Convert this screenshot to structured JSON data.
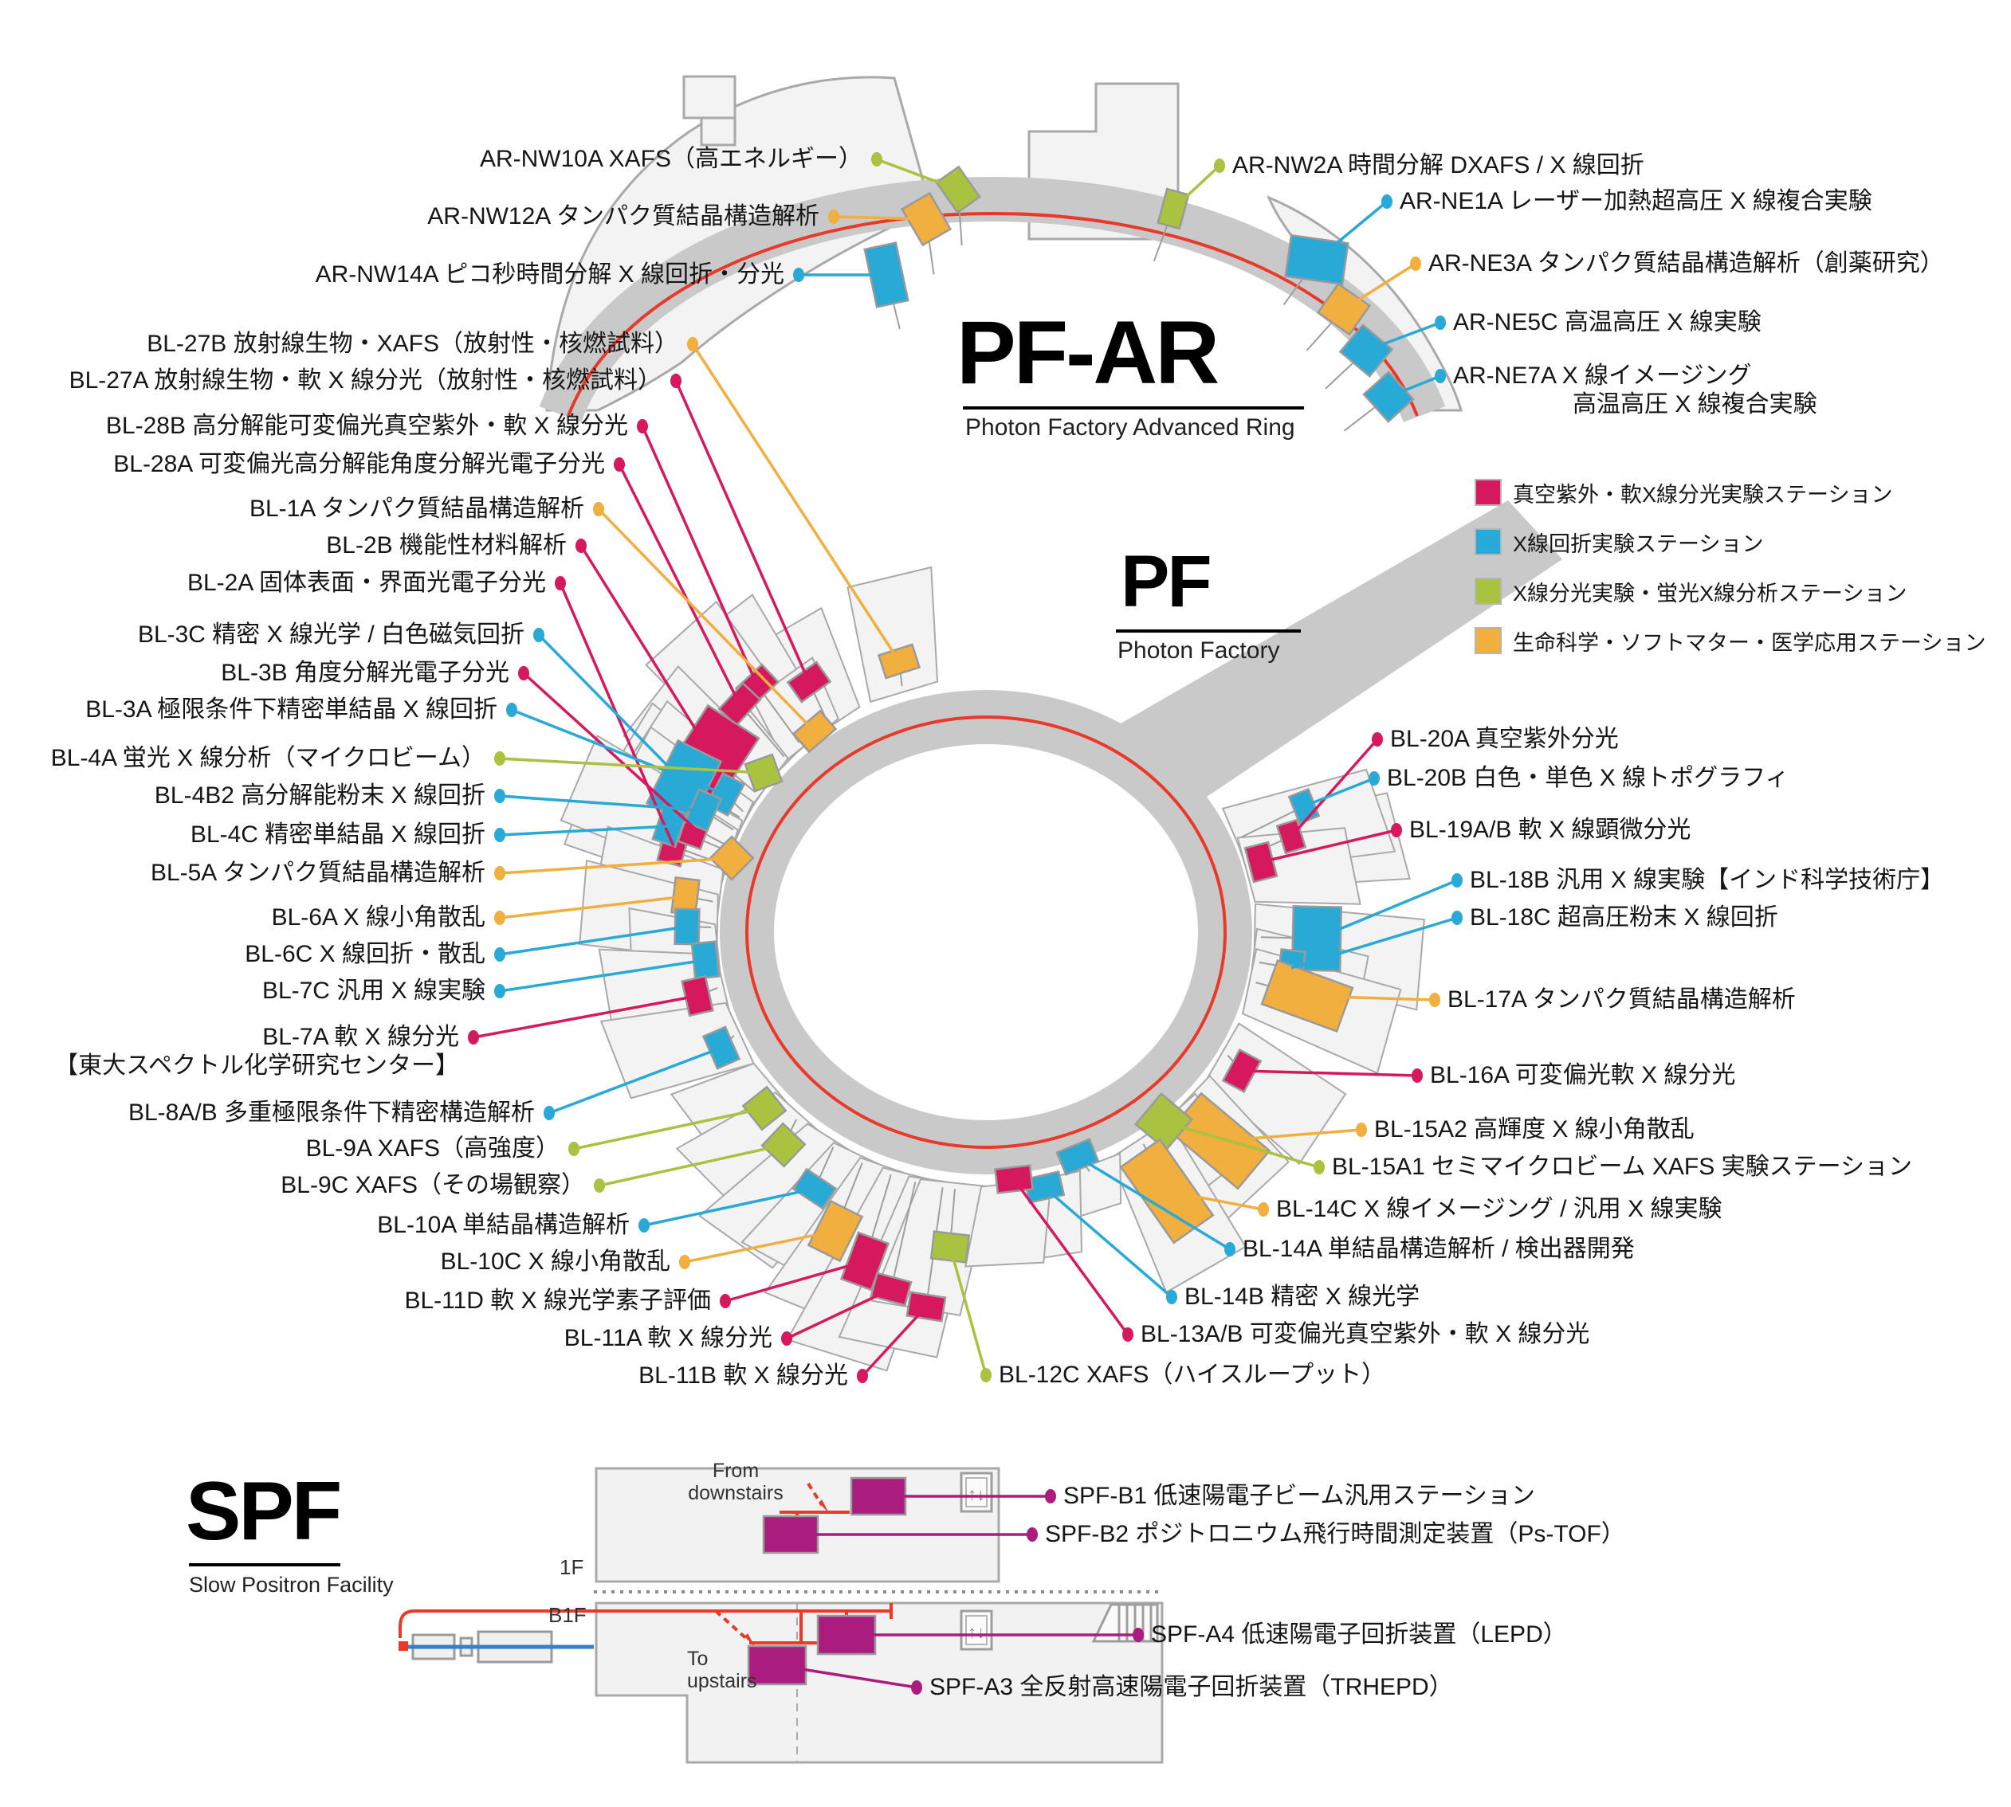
{
  "titles": {
    "pfar": {
      "title": "PF-AR",
      "subtitle": "Photon Factory Advanced Ring"
    },
    "pf": {
      "title": "PF",
      "subtitle": "Photon Factory"
    },
    "spf": {
      "title": "SPF",
      "subtitle": "Slow Positron Facility"
    }
  },
  "legend": {
    "items": [
      {
        "key": "vuv",
        "label": "真空紫外・軟X線分光実験ステーション"
      },
      {
        "key": "xrd",
        "label": "X線回折実験ステーション"
      },
      {
        "key": "xspec",
        "label": "X線分光実験・蛍光X線分析ステーション"
      },
      {
        "key": "life",
        "label": "生命科学・ソフトマター・医学応用ステーション"
      }
    ]
  },
  "colors": {
    "vuv": "#D6195F",
    "xrd": "#29A9D6",
    "xspec": "#A9C23F",
    "life": "#F0AF3E",
    "spf": "#AA1C7E",
    "beam_red": "#E8392B",
    "ring_gray": "#C9C9C9",
    "hall_fill": "#F3F3F3",
    "hall_stroke": "#A9A9A9",
    "beam_gray": "#9E9E9E",
    "linac_blue": "#3A7EC6"
  },
  "floors": {
    "f1": "1F",
    "b1f": "B1F",
    "from_downstairs": "From\ndownstairs",
    "to_upstairs": "To\nupstairs"
  },
  "labels": [
    {
      "id": "ar-nw10a",
      "text": "AR-NW10A XAFS（高エネルギー）",
      "cat": "xspec",
      "side": "L",
      "ring": "ar",
      "dot": [
        1100,
        200
      ],
      "st": [
        1202,
        238
      ],
      "size": [
        34,
        46
      ],
      "rot": -35
    },
    {
      "id": "ar-nw12a",
      "text": "AR-NW12A タンパク質結晶構造解析",
      "cat": "life",
      "side": "L",
      "ring": "ar",
      "dot": [
        1046,
        272
      ],
      "st": [
        1162,
        275
      ],
      "size": [
        40,
        52
      ],
      "rot": -30
    },
    {
      "id": "ar-nw14a",
      "text": "AR-NW14A ピコ秒時間分解 X 線回折・分光",
      "cat": "xrd",
      "side": "L",
      "ring": "ar",
      "dot": [
        1002,
        345
      ],
      "st": [
        1112,
        345
      ],
      "size": [
        40,
        74
      ],
      "rot": -12
    },
    {
      "id": "ar-nw2a",
      "text": "AR-NW2A 時間分解 DXAFS / X 線回折",
      "cat": "xspec",
      "side": "R",
      "ring": "ar",
      "dot": [
        1530,
        208
      ],
      "st": [
        1472,
        262
      ],
      "size": [
        28,
        44
      ],
      "rot": 15
    },
    {
      "id": "ar-ne1a",
      "text": "AR-NE1A レーザー加熱超高圧 X 線複合実験",
      "cat": "xrd",
      "side": "R",
      "ring": "ar",
      "dot": [
        1740,
        253
      ],
      "st": [
        1652,
        326
      ],
      "size": [
        72,
        52
      ],
      "rot": 8
    },
    {
      "id": "ar-ne3a",
      "text": "AR-NE3A タンパク質結晶構造解析（創薬研究）",
      "cat": "life",
      "side": "R",
      "ring": "ar",
      "dot": [
        1776,
        331
      ],
      "st": [
        1686,
        388
      ],
      "size": [
        48,
        44
      ],
      "rot": 35
    },
    {
      "id": "ar-ne5c",
      "text": "AR-NE5C 高温高圧 X 線実験",
      "cat": "xrd",
      "side": "R",
      "ring": "ar",
      "dot": [
        1807,
        405
      ],
      "st": [
        1714,
        440
      ],
      "size": [
        48,
        44
      ],
      "rot": 40
    },
    {
      "id": "ar-ne7a",
      "text": "AR-NE7A X 線イメージング",
      "text2": "高温高圧 X 線複合実験",
      "indent2": 150,
      "cat": "xrd",
      "side": "R",
      "ring": "ar",
      "dot": [
        1807,
        472
      ],
      "st": [
        1742,
        498
      ],
      "size": [
        46,
        42
      ],
      "rot": 48
    },
    {
      "id": "bl-27b",
      "text": "BL-27B 放射線生物・XAFS（放射性・核燃試料）",
      "cat": "life",
      "side": "L",
      "ring": "pf",
      "dot": [
        869,
        432
      ],
      "st": [
        1128,
        830
      ]
    },
    {
      "id": "bl-27a",
      "text": "BL-27A 放射線生物・軟 X 線分光（放射性・核燃試料）",
      "cat": "vuv",
      "side": "L",
      "ring": "pf",
      "dot": [
        848,
        478
      ],
      "st": [
        1015,
        856
      ]
    },
    {
      "id": "bl-28b",
      "text": "BL-28B 高分解能可変偏光真空紫外・軟 X 線分光",
      "cat": "vuv",
      "side": "L",
      "ring": "pf",
      "dot": [
        806,
        535
      ],
      "st": [
        950,
        860
      ]
    },
    {
      "id": "bl-28a",
      "text": "BL-28A 可変偏光高分解能角度分解光電子分光",
      "cat": "vuv",
      "side": "L",
      "ring": "pf",
      "dot": [
        777,
        583
      ],
      "st": [
        928,
        884
      ]
    },
    {
      "id": "bl-1a",
      "text": "BL-1A タンパク質結晶構造解析",
      "cat": "life",
      "side": "L",
      "ring": "pf",
      "dot": [
        751,
        639
      ],
      "st": [
        1022,
        918
      ]
    },
    {
      "id": "bl-2b",
      "text": "BL-2B 機能性材料解析",
      "cat": "vuv",
      "side": "L",
      "ring": "pf",
      "dot": [
        729,
        685
      ],
      "st": [
        893,
        948
      ],
      "size": [
        100,
        76
      ]
    },
    {
      "id": "bl-2a",
      "text": "BL-2A 固体表面・界面光電子分光",
      "cat": "vuv",
      "side": "L",
      "ring": "pf",
      "dot": [
        703,
        732
      ],
      "st": [
        845,
        1062
      ]
    },
    {
      "id": "bl-3c",
      "text": "BL-3C 精密 X 線光学 / 白色磁気回折",
      "cat": "xrd",
      "side": "L",
      "ring": "pf",
      "dot": [
        676,
        797
      ],
      "st": [
        858,
        982
      ],
      "size": [
        88,
        60
      ]
    },
    {
      "id": "bl-3b",
      "text": "BL-3B 角度分解光電子分光",
      "cat": "vuv",
      "side": "L",
      "ring": "pf",
      "dot": [
        657,
        845
      ],
      "st": [
        872,
        1040
      ]
    },
    {
      "id": "bl-3a",
      "text": "BL-3A 極限条件下精密単結晶 X 線回折",
      "cat": "xrd",
      "side": "L",
      "ring": "pf",
      "dot": [
        642,
        891
      ],
      "st": [
        910,
        997
      ]
    },
    {
      "id": "bl-4a",
      "text": "BL-4A 蛍光 X 線分析（マイクロビーム）",
      "cat": "xspec",
      "side": "L",
      "ring": "pf",
      "dot": [
        627,
        952
      ],
      "st": [
        958,
        970
      ],
      "size": [
        36,
        36
      ],
      "rot": -20
    },
    {
      "id": "bl-4b2",
      "text": "BL-4B2 高分解能粉末 X 線回折",
      "cat": "xrd",
      "side": "L",
      "ring": "pf",
      "dot": [
        627,
        999
      ],
      "st": [
        882,
        1017
      ]
    },
    {
      "id": "bl-4c",
      "text": "BL-4C 精密単結晶 X 線回折",
      "cat": "xrd",
      "side": "L",
      "ring": "pf",
      "dot": [
        627,
        1048
      ],
      "st": [
        840,
        1037
      ]
    },
    {
      "id": "bl-5a",
      "text": "BL-5A タンパク質結晶構造解析",
      "cat": "life",
      "side": "L",
      "ring": "pf",
      "dot": [
        627,
        1096
      ],
      "st": [
        918,
        1077
      ],
      "size": [
        38,
        38
      ],
      "rot": 45
    },
    {
      "id": "bl-6a",
      "text": "BL-6A X 線小角散乱",
      "cat": "life",
      "side": "L",
      "ring": "pf",
      "dot": [
        627,
        1152
      ],
      "st": [
        860,
        1125
      ]
    },
    {
      "id": "bl-6c",
      "text": "BL-6C X 線回折・散乱",
      "cat": "xrd",
      "side": "L",
      "ring": "pf",
      "dot": [
        627,
        1198
      ],
      "st": [
        862,
        1163
      ]
    },
    {
      "id": "bl-7c",
      "text": "BL-7C 汎用 X 線実験",
      "cat": "xrd",
      "side": "L",
      "ring": "pf",
      "dot": [
        627,
        1244
      ],
      "st": [
        885,
        1205
      ]
    },
    {
      "id": "bl-7a",
      "text": "BL-7A 軟 X 線分光",
      "text2": "【東大スペクトル化学研究センター】",
      "cat": "vuv",
      "side": "L",
      "ring": "pf",
      "dot": [
        594,
        1302
      ],
      "st": [
        875,
        1250
      ]
    },
    {
      "id": "bl-8ab",
      "text": "BL-8A/B 多重極限条件下精密構造解析",
      "cat": "xrd",
      "side": "L",
      "ring": "pf",
      "dot": [
        689,
        1397
      ],
      "st": [
        905,
        1315
      ]
    },
    {
      "id": "bl-9a",
      "text": "BL-9A XAFS（高強度）",
      "cat": "xspec",
      "side": "L",
      "ring": "pf",
      "dot": [
        720,
        1442
      ],
      "st": [
        959,
        1391
      ],
      "size": [
        38,
        38
      ]
    },
    {
      "id": "bl-9c",
      "text": "BL-9C XAFS（その場観察）",
      "cat": "xspec",
      "side": "L",
      "ring": "pf",
      "dot": [
        752,
        1488
      ],
      "st": [
        983,
        1437
      ],
      "size": [
        38,
        38
      ]
    },
    {
      "id": "bl-10a",
      "text": "BL-10A 単結晶構造解析",
      "cat": "xrd",
      "side": "L",
      "ring": "pf",
      "dot": [
        808,
        1538
      ],
      "st": [
        1022,
        1492
      ]
    },
    {
      "id": "bl-10c",
      "text": "BL-10C X 線小角散乱",
      "cat": "life",
      "side": "L",
      "ring": "pf",
      "dot": [
        859,
        1584
      ],
      "st": [
        1048,
        1545
      ],
      "size": [
        44,
        62
      ]
    },
    {
      "id": "bl-11d",
      "text": "BL-11D 軟 X 線光学素子評価",
      "cat": "vuv",
      "side": "L",
      "ring": "pf",
      "dot": [
        910,
        1633
      ],
      "st": [
        1085,
        1583
      ],
      "size": [
        40,
        62
      ]
    },
    {
      "id": "bl-11a",
      "text": "BL-11A 軟 X 線分光",
      "cat": "vuv",
      "side": "L",
      "ring": "pf",
      "dot": [
        987,
        1680
      ],
      "st": [
        1118,
        1618
      ]
    },
    {
      "id": "bl-11b",
      "text": "BL-11B 軟 X 線分光",
      "cat": "vuv",
      "side": "L",
      "ring": "pf",
      "dot": [
        1082,
        1727
      ],
      "st": [
        1162,
        1640
      ]
    },
    {
      "id": "bl-12c",
      "text": "BL-12C XAFS（ハイスループット）",
      "cat": "xspec",
      "side": "R",
      "ring": "pf",
      "dot": [
        1237,
        1726
      ],
      "st": [
        1192,
        1565
      ],
      "size": [
        44,
        34
      ]
    },
    {
      "id": "bl-20a",
      "text": "BL-20A 真空紫外分光",
      "cat": "vuv",
      "side": "R",
      "ring": "pf",
      "dot": [
        1728,
        928
      ],
      "st": [
        1620,
        1050
      ],
      "size": [
        36,
        26
      ]
    },
    {
      "id": "bl-20b",
      "text": "BL-20B 白色・単色 X 線トポグラフィ",
      "cat": "xrd",
      "side": "R",
      "ring": "pf",
      "dot": [
        1724,
        977
      ],
      "st": [
        1636,
        1012
      ],
      "size": [
        36,
        26
      ]
    },
    {
      "id": "bl-19ab",
      "text": "BL-19A/B 軟 X 線顕微分光",
      "cat": "vuv",
      "side": "R",
      "ring": "pf",
      "dot": [
        1752,
        1042
      ],
      "st": [
        1582,
        1082
      ]
    },
    {
      "id": "bl-18b",
      "text": "BL-18B 汎用 X 線実験【インド科学技術庁】",
      "cat": "xrd",
      "side": "R",
      "ring": "pf",
      "dot": [
        1828,
        1105
      ],
      "st": [
        1652,
        1178
      ],
      "size": [
        80,
        60
      ]
    },
    {
      "id": "bl-18c",
      "text": "BL-18C 超高圧粉末 X 線回折",
      "cat": "xrd",
      "side": "R",
      "ring": "pf",
      "dot": [
        1828,
        1152
      ],
      "st": [
        1620,
        1215
      ]
    },
    {
      "id": "bl-17a",
      "text": "BL-17A タンパク質結晶構造解析",
      "cat": "life",
      "side": "R",
      "ring": "pf",
      "dot": [
        1800,
        1255
      ],
      "st": [
        1640,
        1250
      ],
      "size": [
        100,
        58
      ],
      "rot": 20
    },
    {
      "id": "bl-16a",
      "text": "BL-16A 可変偏光軟 X 線分光",
      "cat": "vuv",
      "side": "R",
      "ring": "pf",
      "dot": [
        1778,
        1350
      ],
      "st": [
        1558,
        1344
      ]
    },
    {
      "id": "bl-15a2",
      "text": "BL-15A2 高輝度 X 線小角散乱",
      "cat": "life",
      "side": "R",
      "ring": "pf",
      "dot": [
        1708,
        1418
      ],
      "st": [
        1530,
        1432
      ],
      "size": [
        112,
        62
      ],
      "rot": 40
    },
    {
      "id": "bl-15a1",
      "text": "BL-15A1 セミマイクロビーム XAFS 実験ステーション",
      "cat": "xspec",
      "side": "R",
      "ring": "pf",
      "dot": [
        1655,
        1465
      ],
      "st": [
        1460,
        1408
      ],
      "size": [
        50,
        50
      ],
      "rot": 40
    },
    {
      "id": "bl-14c",
      "text": "BL-14C X 線イメージング / 汎用 X 線実験",
      "cat": "life",
      "side": "R",
      "ring": "pf",
      "dot": [
        1585,
        1518
      ],
      "st": [
        1464,
        1495
      ],
      "size": [
        116,
        60
      ],
      "rot": 55
    },
    {
      "id": "bl-14a",
      "text": "BL-14A 単結晶構造解析 / 検出器開発",
      "cat": "xrd",
      "side": "R",
      "ring": "pf",
      "dot": [
        1543,
        1568
      ],
      "st": [
        1352,
        1452
      ]
    },
    {
      "id": "bl-14b",
      "text": "BL-14B 精密 X 線光学",
      "cat": "xrd",
      "side": "R",
      "ring": "pf",
      "dot": [
        1470,
        1628
      ],
      "st": [
        1310,
        1490
      ]
    },
    {
      "id": "bl-13ab",
      "text": "BL-13A/B 可変偏光真空紫外・軟 X 線分光",
      "cat": "vuv",
      "side": "R",
      "ring": "pf",
      "dot": [
        1415,
        1675
      ],
      "st": [
        1272,
        1480
      ]
    },
    {
      "id": "spf-b1",
      "text": "SPF-B1 低速陽電子ビーム汎用ステーション",
      "cat": "spf",
      "side": "R",
      "ring": "spf",
      "dot": [
        1318,
        1878
      ],
      "st": [
        1102,
        1878
      ],
      "size": [
        68,
        46
      ],
      "rot": 0
    },
    {
      "id": "spf-b2",
      "text": "SPF-B2 ポジトロニウム飛行時間測定装置（Ps-TOF）",
      "cat": "spf",
      "side": "R",
      "ring": "spf",
      "dot": [
        1295,
        1926
      ],
      "st": [
        992,
        1926
      ],
      "size": [
        68,
        46
      ],
      "rot": 0
    },
    {
      "id": "spf-a4",
      "text": "SPF-A4 低速陽電子回折装置（LEPD）",
      "cat": "spf",
      "side": "R",
      "ring": "spf",
      "dot": [
        1428,
        2052
      ],
      "st": [
        1062,
        2052
      ],
      "size": [
        72,
        48
      ],
      "rot": 0
    },
    {
      "id": "spf-a3",
      "text": "SPF-A3 全反射高速陽電子回折装置（TRHEPD）",
      "cat": "spf",
      "side": "R",
      "ring": "spf",
      "dot": [
        1150,
        2118
      ],
      "st": [
        975,
        2090
      ],
      "size": [
        72,
        48
      ],
      "rot": 0
    }
  ]
}
